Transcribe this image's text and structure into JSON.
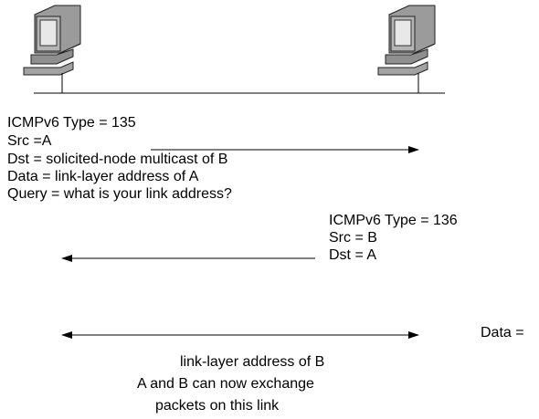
{
  "nodes": {
    "left_icon": "computer-icon",
    "right_icon": "computer-icon"
  },
  "solicitation": {
    "type": "ICMPv6 Type = 135",
    "src": "Src =A",
    "dst": "Dst = solicited-node multicast of B",
    "data": "Data = link-layer address of A",
    "query": "Query = what is your link address?"
  },
  "advertisement": {
    "type": "ICMPv6 Type = 136",
    "src": "Src = B",
    "dst": "Dst = A",
    "data_label": "Data =",
    "data_value": "link-layer address of B"
  },
  "result": {
    "line1": "A and B can now exchange",
    "line2": "packets on this link"
  }
}
